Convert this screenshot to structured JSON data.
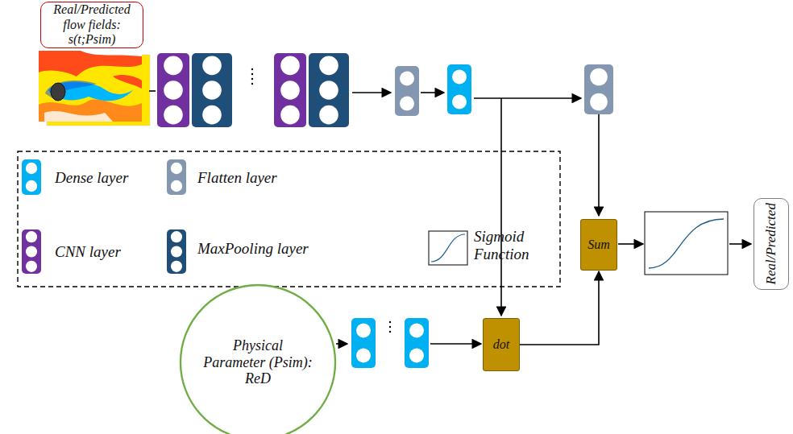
{
  "diagram": {
    "nodes": [
      {
        "text": [
          "Real/Predicted flow fields: s(t;Psim)"
        ]
      },
      {
        "text": [
          "Sum"
        ]
      },
      {
        "text": [
          "Real/Predicted"
        ]
      },
      {
        "text": [
          "Physical Parameter (Psim): ReD"
        ]
      },
      {
        "text": [
          "dot"
        ]
      }
    ],
    "edges": [
      {
        "from": 4,
        "to": 1,
        "arrow": "to"
      }
    ],
    "legend": [
      {
        "text": "Dense layer"
      },
      {
        "text": "Flatten layer"
      },
      {
        "text": "CNN layer"
      },
      {
        "text": "MaxPooling layer"
      },
      {
        "text": "Sigmoid Function"
      }
    ]
  }
}
